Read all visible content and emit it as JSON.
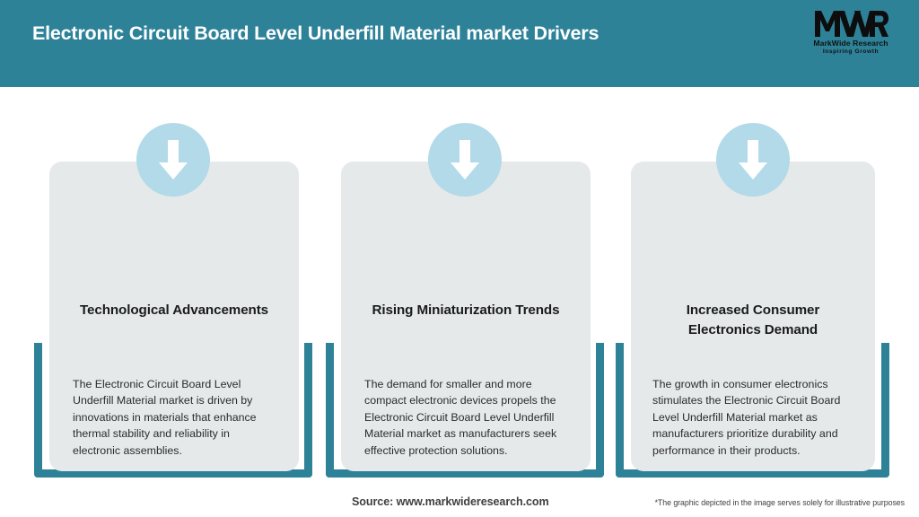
{
  "header": {
    "title": "Electronic Circuit Board Level Underfill Material market Drivers",
    "background_color": "#2E8298",
    "title_color": "#FFFFFF"
  },
  "logo": {
    "mark_text": "MWR",
    "name": "MarkWide Research",
    "tagline": "Inspiring Growth"
  },
  "cards": [
    {
      "icon": "down-arrow-icon",
      "title": "Technological Advancements",
      "body": "The Electronic Circuit Board Level Underfill Material market is driven by innovations in materials that enhance thermal stability and reliability in electronic assemblies."
    },
    {
      "icon": "down-arrow-icon",
      "title": "Rising Miniaturization Trends",
      "body": "The demand for smaller and more compact electronic devices propels the Electronic Circuit Board Level Underfill Material market as manufacturers seek effective protection solutions."
    },
    {
      "icon": "down-arrow-icon",
      "title": "Increased Consumer Electronics Demand",
      "body": "The growth in consumer electronics stimulates the Electronic Circuit Board Level Underfill Material market as manufacturers prioritize durability and performance in their products."
    }
  ],
  "footer": {
    "source": "Source: www.markwideresearch.com",
    "disclaimer": "*The graphic depicted in the image serves solely for illustrative purposes"
  },
  "colors": {
    "accent_teal": "#2E8298",
    "card_background": "#E6E9EA",
    "icon_circle": "#B3DAE8",
    "page_background": "#FFFFFF"
  }
}
